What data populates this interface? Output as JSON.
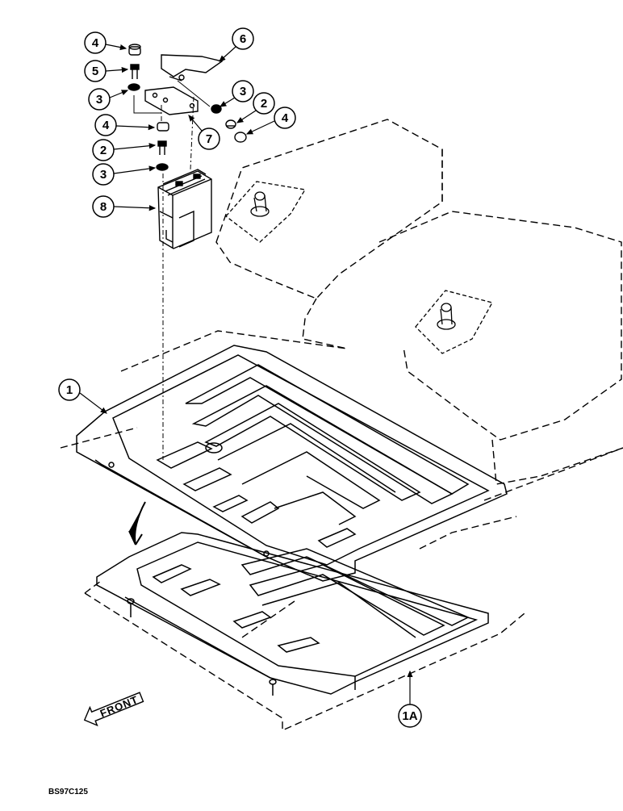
{
  "drawing": {
    "code": "BS97C125",
    "front_label": "FRONT"
  },
  "callouts": [
    {
      "id": "c4a",
      "label": "4"
    },
    {
      "id": "c5",
      "label": "5"
    },
    {
      "id": "c3a",
      "label": "3"
    },
    {
      "id": "c6",
      "label": "6"
    },
    {
      "id": "c3b",
      "label": "3"
    },
    {
      "id": "c2a",
      "label": "2"
    },
    {
      "id": "c4b",
      "label": "4"
    },
    {
      "id": "c7",
      "label": "7"
    },
    {
      "id": "c4c",
      "label": "4"
    },
    {
      "id": "c2b",
      "label": "2"
    },
    {
      "id": "c3c",
      "label": "3"
    },
    {
      "id": "c8",
      "label": "8"
    },
    {
      "id": "c1",
      "label": "1"
    },
    {
      "id": "c1a",
      "label": "1A"
    }
  ]
}
